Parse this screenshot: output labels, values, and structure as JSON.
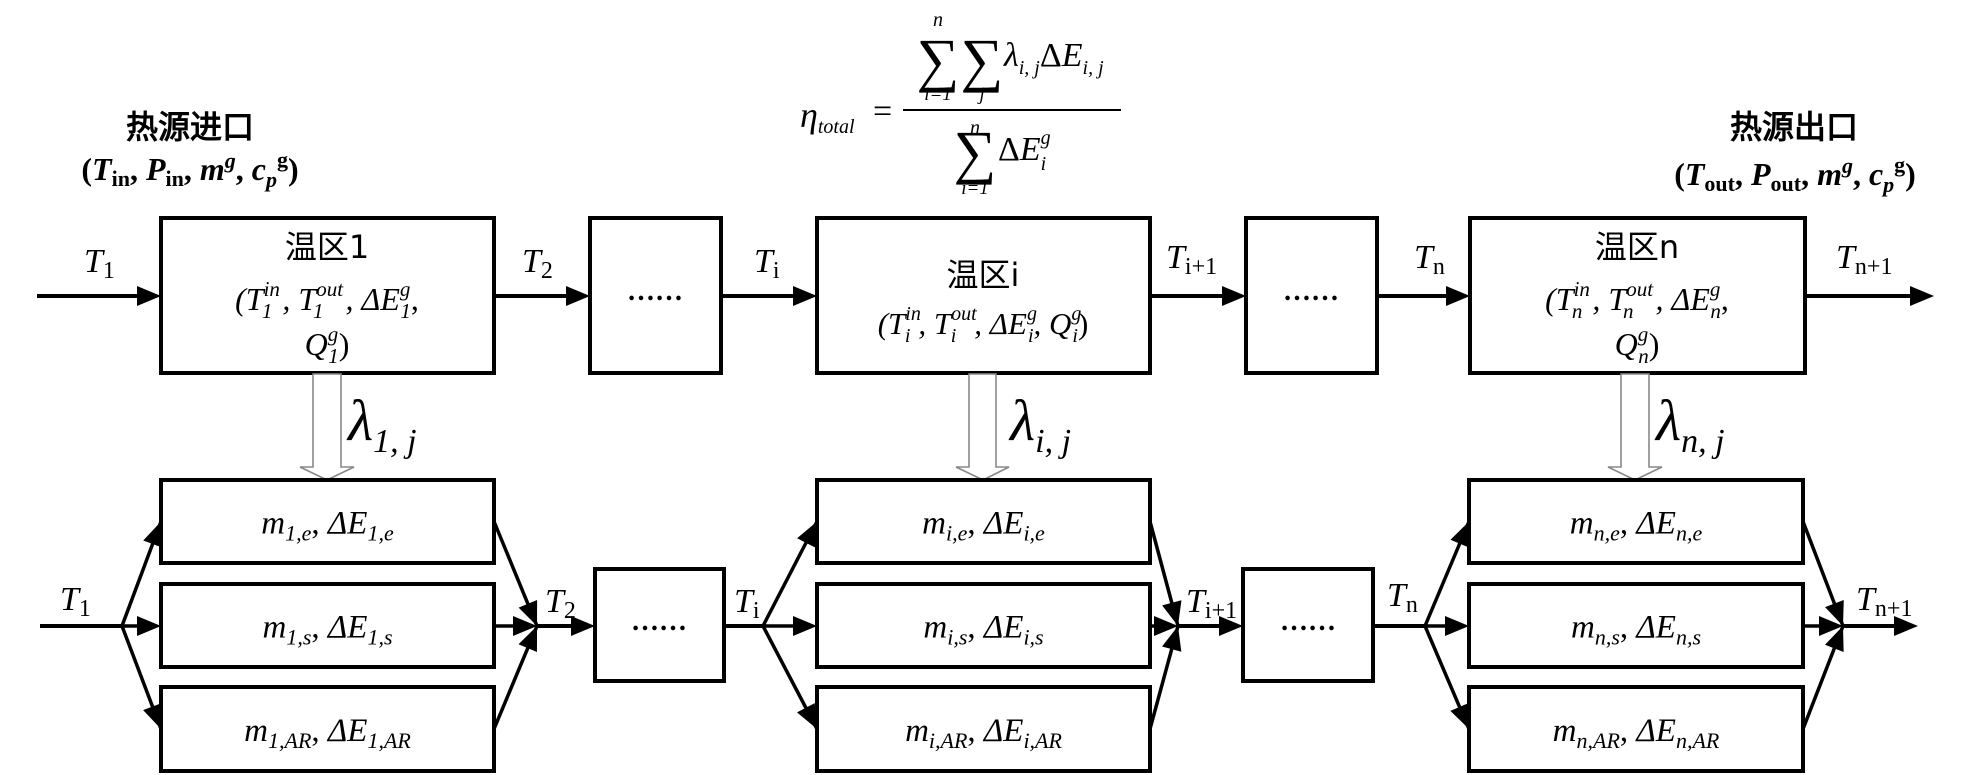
{
  "inlet": {
    "title": "热源进口",
    "open": "(",
    "T": "T",
    "T_sub": "in",
    "sep1": ", ",
    "P": "P",
    "P_sub": "in",
    "sep2": ", ",
    "m": "m",
    "m_sup": "g",
    "sep3": ", ",
    "c": "c",
    "c_sub": "p",
    "c_sup": "g",
    "close": ")"
  },
  "outlet": {
    "title": "热源出口",
    "open": "(",
    "T": "T",
    "T_sub": "out",
    "sep1": ", ",
    "P": "P",
    "P_sub": "out",
    "sep2": ", ",
    "m": "m",
    "m_sup": "g",
    "sep3": ", ",
    "c": "c",
    "c_sub": "p",
    "c_sup": "g",
    "close": ")"
  },
  "formula": {
    "lhs": "η",
    "lhs_sub": "total",
    "equals": "=",
    "num_sigma1": "∑",
    "num_sigma1_top": "n",
    "num_sigma1_bottom": "i=1",
    "num_sigma2": "∑",
    "num_sigma2_bottom": "j",
    "num_lambda": "λ",
    "num_lambda_sub": "i, j",
    "num_delta": "Δ",
    "num_E": "E",
    "num_E_sub": "i, j",
    "den_sigma": "∑",
    "den_sigma_top": "n",
    "den_sigma_bottom": "i=1",
    "den_delta": "Δ",
    "den_E": "E",
    "den_E_sup": "g",
    "den_E_sub": "i"
  },
  "top_row": {
    "labels": [
      {
        "T": "T",
        "sub": "1"
      },
      {
        "T": "T",
        "sub": "2"
      },
      {
        "T": "T",
        "sub": "i"
      },
      {
        "T": "T",
        "sub": "i+1"
      },
      {
        "T": "T",
        "sub": "n"
      },
      {
        "T": "T",
        "sub": "n+1"
      }
    ],
    "dots": "……",
    "zones": [
      {
        "title": "温区1",
        "idx": "1",
        "line2": [
          "(T",
          "in",
          "1",
          ", T",
          "out",
          "1",
          ", ΔE",
          "g",
          "1",
          ","
        ],
        "line3": [
          "Q",
          "g",
          "1",
          ")"
        ]
      },
      {
        "title": "温区i",
        "idx": "i",
        "line2": [
          "(T",
          "in",
          "i",
          ", T",
          "out",
          "i",
          ", ΔE",
          "g",
          "i",
          ", Q",
          "g",
          "i",
          ")"
        ]
      },
      {
        "title": "温区n",
        "idx": "n",
        "line2": [
          "(T",
          "in",
          "n",
          ", T",
          "out",
          "n",
          ", ΔE",
          "g",
          "n",
          ","
        ],
        "line3": [
          "Q",
          "g",
          "n",
          ")"
        ]
      }
    ]
  },
  "lambdas": [
    {
      "sym": "λ",
      "sub": "1, j"
    },
    {
      "sym": "λ",
      "sub": "i, j"
    },
    {
      "sym": "λ",
      "sub": "n, j"
    }
  ],
  "bottom_row": {
    "labels": [
      {
        "T": "T",
        "sub": "1"
      },
      {
        "T": "T",
        "sub": "2"
      },
      {
        "T": "T",
        "sub": "i"
      },
      {
        "T": "T",
        "sub": "i+1"
      },
      {
        "T": "T",
        "sub": "n"
      },
      {
        "T": "T",
        "sub": "n+1"
      }
    ],
    "dots": "……",
    "groups": [
      {
        "zone": "1",
        "units": [
          {
            "m": "m",
            "m_sub": "1,e",
            "dE": "ΔE",
            "dE_sub": "1,e"
          },
          {
            "m": "m",
            "m_sub": "1,s",
            "dE": "ΔE",
            "dE_sub": "1,s"
          },
          {
            "m": "m",
            "m_sub": "1,AR",
            "dE": "ΔE",
            "dE_sub": "1,AR"
          }
        ]
      },
      {
        "zone": "i",
        "units": [
          {
            "m": "m",
            "m_sub": "i,e",
            "dE": "ΔE",
            "dE_sub": "i,e"
          },
          {
            "m": "m",
            "m_sub": "i,s",
            "dE": "ΔE",
            "dE_sub": "i,s"
          },
          {
            "m": "m",
            "m_sub": "i,AR",
            "dE": "ΔE",
            "dE_sub": "i,AR"
          }
        ]
      },
      {
        "zone": "n",
        "units": [
          {
            "m": "m",
            "m_sub": "n,e",
            "dE": "ΔE",
            "dE_sub": "n,e"
          },
          {
            "m": "m",
            "m_sub": "n,s",
            "dE": "ΔE",
            "dE_sub": "n,s"
          },
          {
            "m": "m",
            "m_sub": "n,AR",
            "dE": "ΔE",
            "dE_sub": "n,AR"
          }
        ]
      }
    ],
    "sep": ", "
  }
}
